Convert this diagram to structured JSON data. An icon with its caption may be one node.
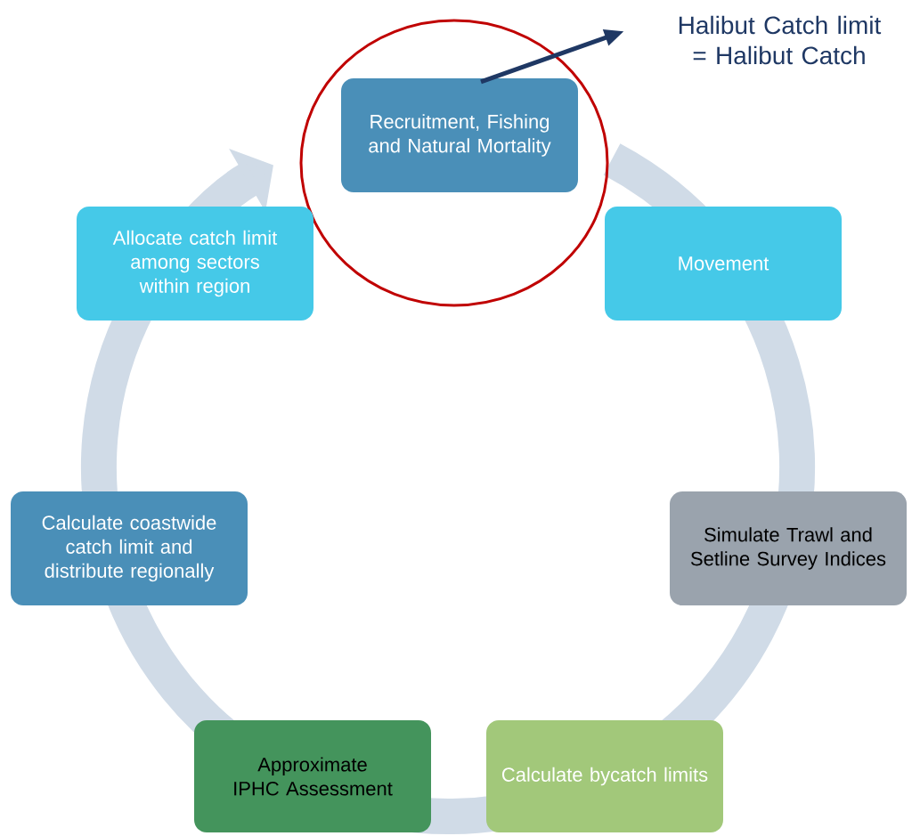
{
  "diagram": {
    "nodes": [
      {
        "text": [
          "Recruitment, Fishing and Natural Mortality"
        ]
      },
      {
        "text": [
          "Movement"
        ]
      },
      {
        "text": [
          "Simulate Trawl and Setline Survey Indices"
        ]
      },
      {
        "text": [
          "Calculate bycatch limits"
        ]
      },
      {
        "text": [
          "Approximate IPHC Assessment"
        ]
      },
      {
        "text": [
          "Calculate coastwide catch limit and distribute regionally"
        ]
      },
      {
        "text": [
          "Allocate catch limit among sectors within region"
        ]
      },
      {
        "text": [
          "Halibut Catch limit = Halibut Catch"
        ]
      }
    ],
    "edges": [
      {
        "from": 0,
        "to": 7,
        "arrow": "to",
        "color": "#1f3864"
      }
    ]
  }
}
